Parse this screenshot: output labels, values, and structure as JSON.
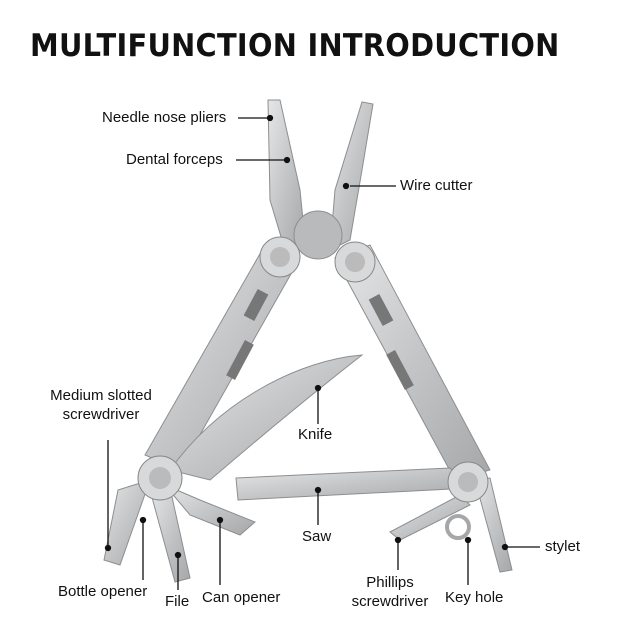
{
  "title": "MULTIFUNCTION INTRODUCTION",
  "colors": {
    "steel": "#c9cacc",
    "steel_dark": "#9a9c9f",
    "steel_light": "#e4e5e6",
    "text": "#111111"
  },
  "labels": {
    "needle_nose_pliers": "Needle nose pliers",
    "dental_forceps": "Dental forceps",
    "wire_cutter": "Wire cutter",
    "medium_slotted_1": "Medium slotted",
    "medium_slotted_2": "screwdriver",
    "knife": "Knife",
    "saw": "Saw",
    "stylet": "stylet",
    "bottle_opener": "Bottle opener",
    "file": "File",
    "can_opener": "Can opener",
    "phillips_1": "Phillips",
    "phillips_2": "screwdriver",
    "key_hole": "Key hole"
  }
}
